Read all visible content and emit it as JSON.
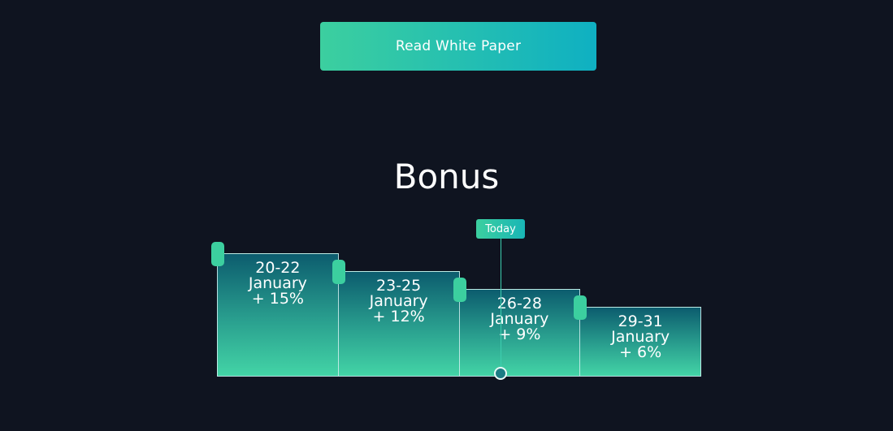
{
  "cta": {
    "label": "Read White Paper"
  },
  "section": {
    "title": "Bonus"
  },
  "bonus_chart": {
    "today_label": "Today",
    "today_position": 0.17,
    "tiers": [
      {
        "dates": "20-22",
        "month": "January",
        "bonus": "+ 15%",
        "bonus_value": 15
      },
      {
        "dates": "23-25",
        "month": "January",
        "bonus": "+ 12%",
        "bonus_value": 12
      },
      {
        "dates": "26-28",
        "month": "January",
        "bonus": "+ 9%",
        "bonus_value": 9
      },
      {
        "dates": "29-31",
        "month": "January",
        "bonus": "+ 6%",
        "bonus_value": 6
      }
    ]
  },
  "colors": {
    "background": "#0f1420",
    "accent_green": "#3ccf9f",
    "accent_teal": "#0fb0c2"
  }
}
